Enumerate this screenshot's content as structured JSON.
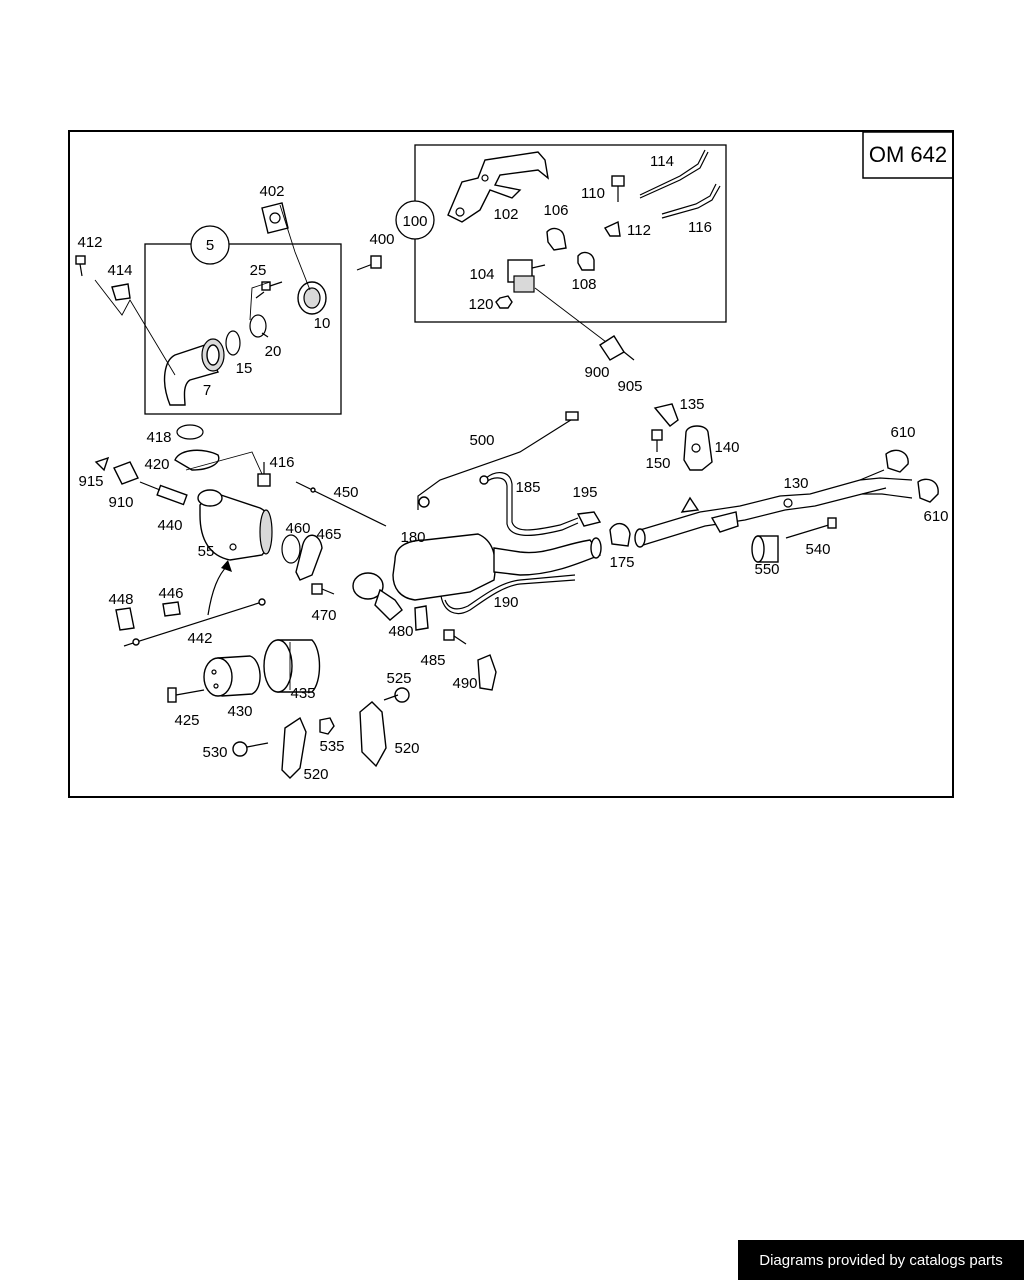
{
  "diagram": {
    "engine_code": "OM 642",
    "labels": {
      "p5": "5",
      "p7": "7",
      "p10": "10",
      "p15": "15",
      "p20": "20",
      "p25": "25",
      "p55": "55",
      "p100": "100",
      "p102": "102",
      "p104": "104",
      "p106": "106",
      "p108": "108",
      "p110": "110",
      "p112": "112",
      "p114": "114",
      "p116": "116",
      "p120": "120",
      "p130": "130",
      "p135": "135",
      "p140": "140",
      "p150": "150",
      "p175": "175",
      "p180": "180",
      "p185": "185",
      "p190": "190",
      "p195": "195",
      "p400": "400",
      "p402": "402",
      "p412": "412",
      "p414": "414",
      "p416": "416",
      "p418": "418",
      "p420": "420",
      "p425": "425",
      "p430": "430",
      "p435": "435",
      "p440": "440",
      "p442": "442",
      "p446": "446",
      "p448": "448",
      "p450": "450",
      "p460": "460",
      "p465": "465",
      "p470": "470",
      "p480": "480",
      "p485": "485",
      "p490": "490",
      "p500": "500",
      "p520a": "520",
      "p520b": "520",
      "p525": "525",
      "p530": "530",
      "p535": "535",
      "p540": "540",
      "p550": "550",
      "p610a": "610",
      "p610b": "610",
      "p900": "900",
      "p905": "905",
      "p910": "910",
      "p915": "915"
    }
  },
  "footer": {
    "text": "Diagrams provided by catalogs parts",
    "background": "#000000",
    "text_color": "#ffffff"
  }
}
